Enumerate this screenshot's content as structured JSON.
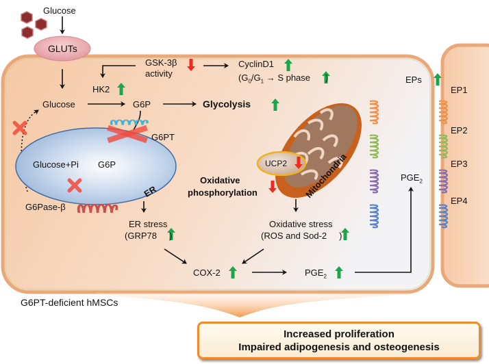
{
  "title": "G6PT-deficient hMSCs signaling diagram",
  "colors": {
    "cell_fill": "#f6cfae",
    "cell_border": "#e8a878",
    "er_fill": "#a9c2e0",
    "er_border": "#3f6aa3",
    "up_arrow": "#1ca64c",
    "down_arrow": "#f02a1e",
    "block_x": "#f24a3c",
    "outcome_border": "#f08a2c",
    "ep1": "#f0914a",
    "ep2": "#93b95a",
    "ep3": "#8a6db0",
    "ep4": "#5b83c4",
    "glucose_hex": "#8c2e2e",
    "glut": "#e8a4a8"
  },
  "labels": {
    "glucose_outside": "Glucose",
    "gluts": "GLUTs",
    "gsk": "GSK-3β",
    "gsk_activity": "activity",
    "cyclin": "CyclinD1",
    "cell_cycle_pre": "(G",
    "cell_cycle_g0": "0",
    "cell_cycle_mid": "/G",
    "cell_cycle_g1": "1",
    "cell_cycle_post": " → S phase",
    "cell_cycle_close": ")",
    "hk2": "HK2",
    "glucose_inside": "Glucose",
    "g6p": "G6P",
    "glycolysis": "Glycolysis",
    "g6pt": "G6PT",
    "glucose_pi": "Glucose+Pi",
    "g6p_er": "G6P",
    "er": "ER",
    "g6pase": "G6Pase-β",
    "ucp2": "UCP2",
    "mitochondria": "Mitochondria",
    "oxphos_1": "Oxidative",
    "oxphos_2": "phosphorylation",
    "er_stress": "ER stress",
    "grp78": "(GRP78",
    "grp78_close": ")",
    "ox_stress": "Oxidative  stress",
    "ros_sod": "(ROS and Sod-2",
    "ros_close": ")",
    "cox2": "COX-2",
    "pge": "PGE",
    "pge_sub": "2",
    "pge_ext": "PGE",
    "pge_ext_sub": "2",
    "eps": "EPs",
    "ep1": "EP1",
    "ep2": "EP2",
    "ep3": "EP3",
    "ep4": "EP4",
    "cell_name": "G6PT-deficient hMSCs"
  },
  "outcome": {
    "line1": "Increased proliferation",
    "line2": "Impaired adipogenesis and osteogenesis"
  },
  "regulation": {
    "gsk_activity": "down",
    "cyclin_d1": "up",
    "s_phase": "up",
    "hk2": "up",
    "glycolysis": "up",
    "ucp2": "down",
    "oxidative_phosphorylation": "down",
    "grp78": "up",
    "ros_sod2": "up",
    "cox2": "up",
    "pge2": "up",
    "eps": "up"
  }
}
